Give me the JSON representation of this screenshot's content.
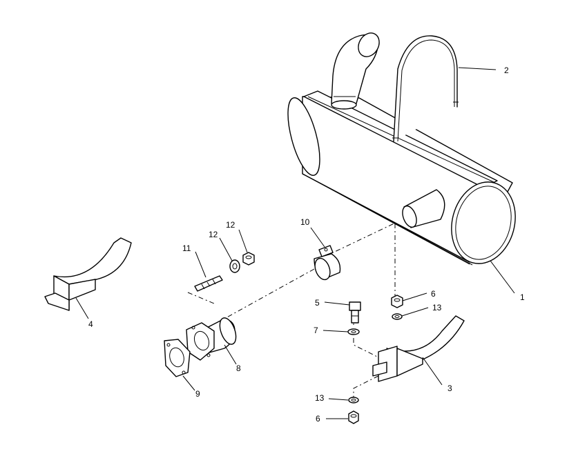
{
  "callouts": {
    "muffler": "1",
    "u_bolt": "2",
    "bracket_right": "3",
    "bracket_left": "4",
    "bolt": "5",
    "nut_upper": "6",
    "lock_washer_7": "7",
    "exhaust_pipe": "8",
    "gasket": "9",
    "clamp": "10",
    "stud": "11",
    "washer_12": "12",
    "nut_12": "12",
    "washer_13_upper": "13",
    "washer_13_lower": "13",
    "nut_lower": "6"
  }
}
